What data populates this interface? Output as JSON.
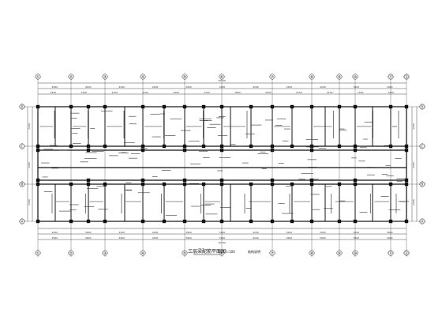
{
  "drawing": {
    "title": "三层梁配筋平面图",
    "scale": "1:100",
    "note": "结构说明",
    "overall_dimension": "76790"
  },
  "top_axes": [
    "①",
    "②",
    "③",
    "④",
    "⑤",
    "⑥",
    "⑦",
    "⑧",
    "⑨",
    "⑩",
    "⑪",
    "⑫"
  ],
  "side_axes": [
    "Ⓓ",
    "Ⓒ",
    "Ⓑ",
    "Ⓐ"
  ],
  "top_dims_row1": [
    "3900",
    "4200",
    "4200",
    "4200",
    "3900",
    "3900",
    "4200",
    "4200",
    "4200",
    "3900",
    "3900"
  ],
  "top_dims_row2": [
    "2400",
    "1500",
    "2100",
    "2100",
    "4200",
    "2100",
    "1800",
    "4200",
    "2100",
    "2100",
    "1500",
    "2400"
  ],
  "bottom_dims_row1": [
    "4200",
    "3900",
    "4200",
    "4200",
    "3900",
    "3900",
    "4200",
    "4200",
    "3900",
    "4200",
    "3600"
  ],
  "bottom_dims_row2": [
    "3900",
    "3600",
    "3900",
    "4200",
    "3900",
    "3900",
    "4200",
    "3900",
    "3600",
    "3900",
    "3900"
  ],
  "side_dims": [
    "7200",
    "2400",
    "7200"
  ],
  "colors": {
    "line": "#1a1a1a",
    "background": "#ffffff"
  }
}
